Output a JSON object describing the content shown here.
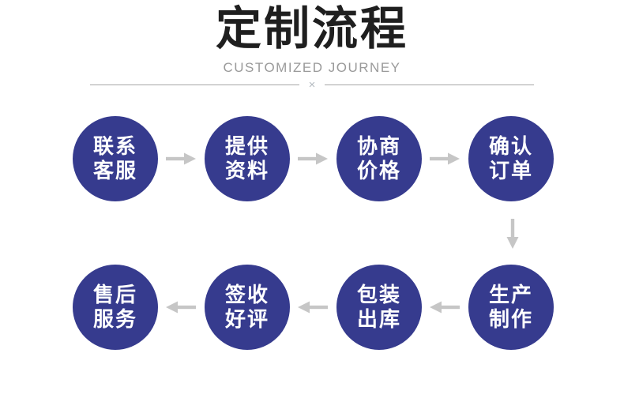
{
  "header": {
    "title": "定制流程",
    "subtitle": "CUSTOMIZED JOURNEY",
    "divider_symbol": "×"
  },
  "flow": {
    "steps": [
      {
        "order": 1,
        "label": "联系客服",
        "line1": "联系",
        "line2": "客服"
      },
      {
        "order": 2,
        "label": "提供资料",
        "line1": "提供",
        "line2": "资料"
      },
      {
        "order": 3,
        "label": "协商价格",
        "line1": "协商",
        "line2": "价格"
      },
      {
        "order": 4,
        "label": "确认订单",
        "line1": "确认",
        "line2": "订单"
      },
      {
        "order": 5,
        "label": "生产制作",
        "line1": "生产",
        "line2": "制作"
      },
      {
        "order": 6,
        "label": "包装出库",
        "line1": "包装",
        "line2": "出库"
      },
      {
        "order": 7,
        "label": "签收好评",
        "line1": "签收",
        "line2": "好评"
      },
      {
        "order": 8,
        "label": "售后服务",
        "line1": "售后",
        "line2": "服务"
      }
    ],
    "connectors": [
      "arrow-right",
      "arrow-right",
      "arrow-right",
      "arrow-down",
      "arrow-left",
      "arrow-left",
      "arrow-left"
    ]
  },
  "icons": {
    "arrow_right_icon": "→",
    "arrow_down_icon": "↓",
    "arrow_left_icon": "←",
    "divider_x_icon": "×"
  },
  "colors": {
    "background": "#ffffff",
    "title": "#1f1f1f",
    "subtitle": "#9a9a9a",
    "divider_line": "#a6a6a6",
    "divider_symbol": "#b3bac0",
    "circle_fill": "#363b8e",
    "circle_text": "#ffffff",
    "arrow": "#c6c6c6"
  }
}
